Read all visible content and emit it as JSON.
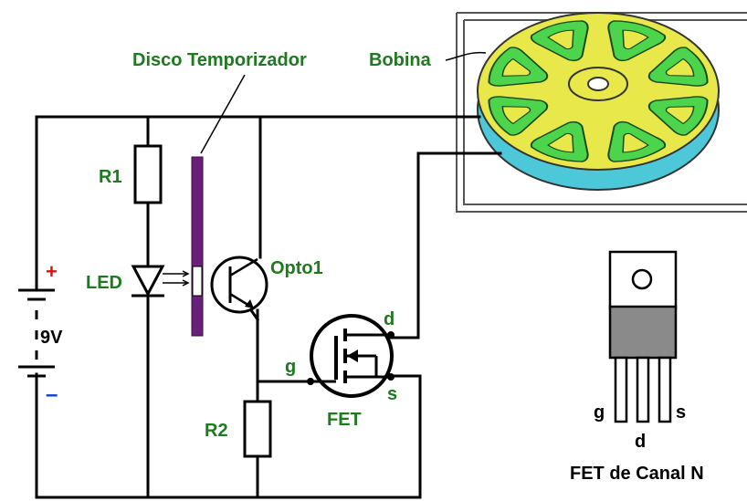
{
  "labels": {
    "disk": "Disco Temporizador",
    "coil": "Bobina",
    "r1": "R1",
    "led": "LED",
    "opto": "Opto1",
    "battery": "9V",
    "plus": "+",
    "minus": "–",
    "fet_d": "d",
    "fet_g": "g",
    "fet_s": "s",
    "fet": "FET",
    "r2": "R2",
    "pkg_g": "g",
    "pkg_d": "d",
    "pkg_s": "s",
    "pkg_caption": "FET de Canal N"
  },
  "colors": {
    "label_green": "#1e7a1e",
    "disk_purple": "#6a1f7a",
    "coil_green": "#4cd44c",
    "rotor_yellow": "#e8e84a",
    "rotor_cyan": "#4cc8d8",
    "fet_body_gray": "#8a8a8a",
    "plus_red": "#e01010",
    "minus_blue": "#1040d0"
  }
}
